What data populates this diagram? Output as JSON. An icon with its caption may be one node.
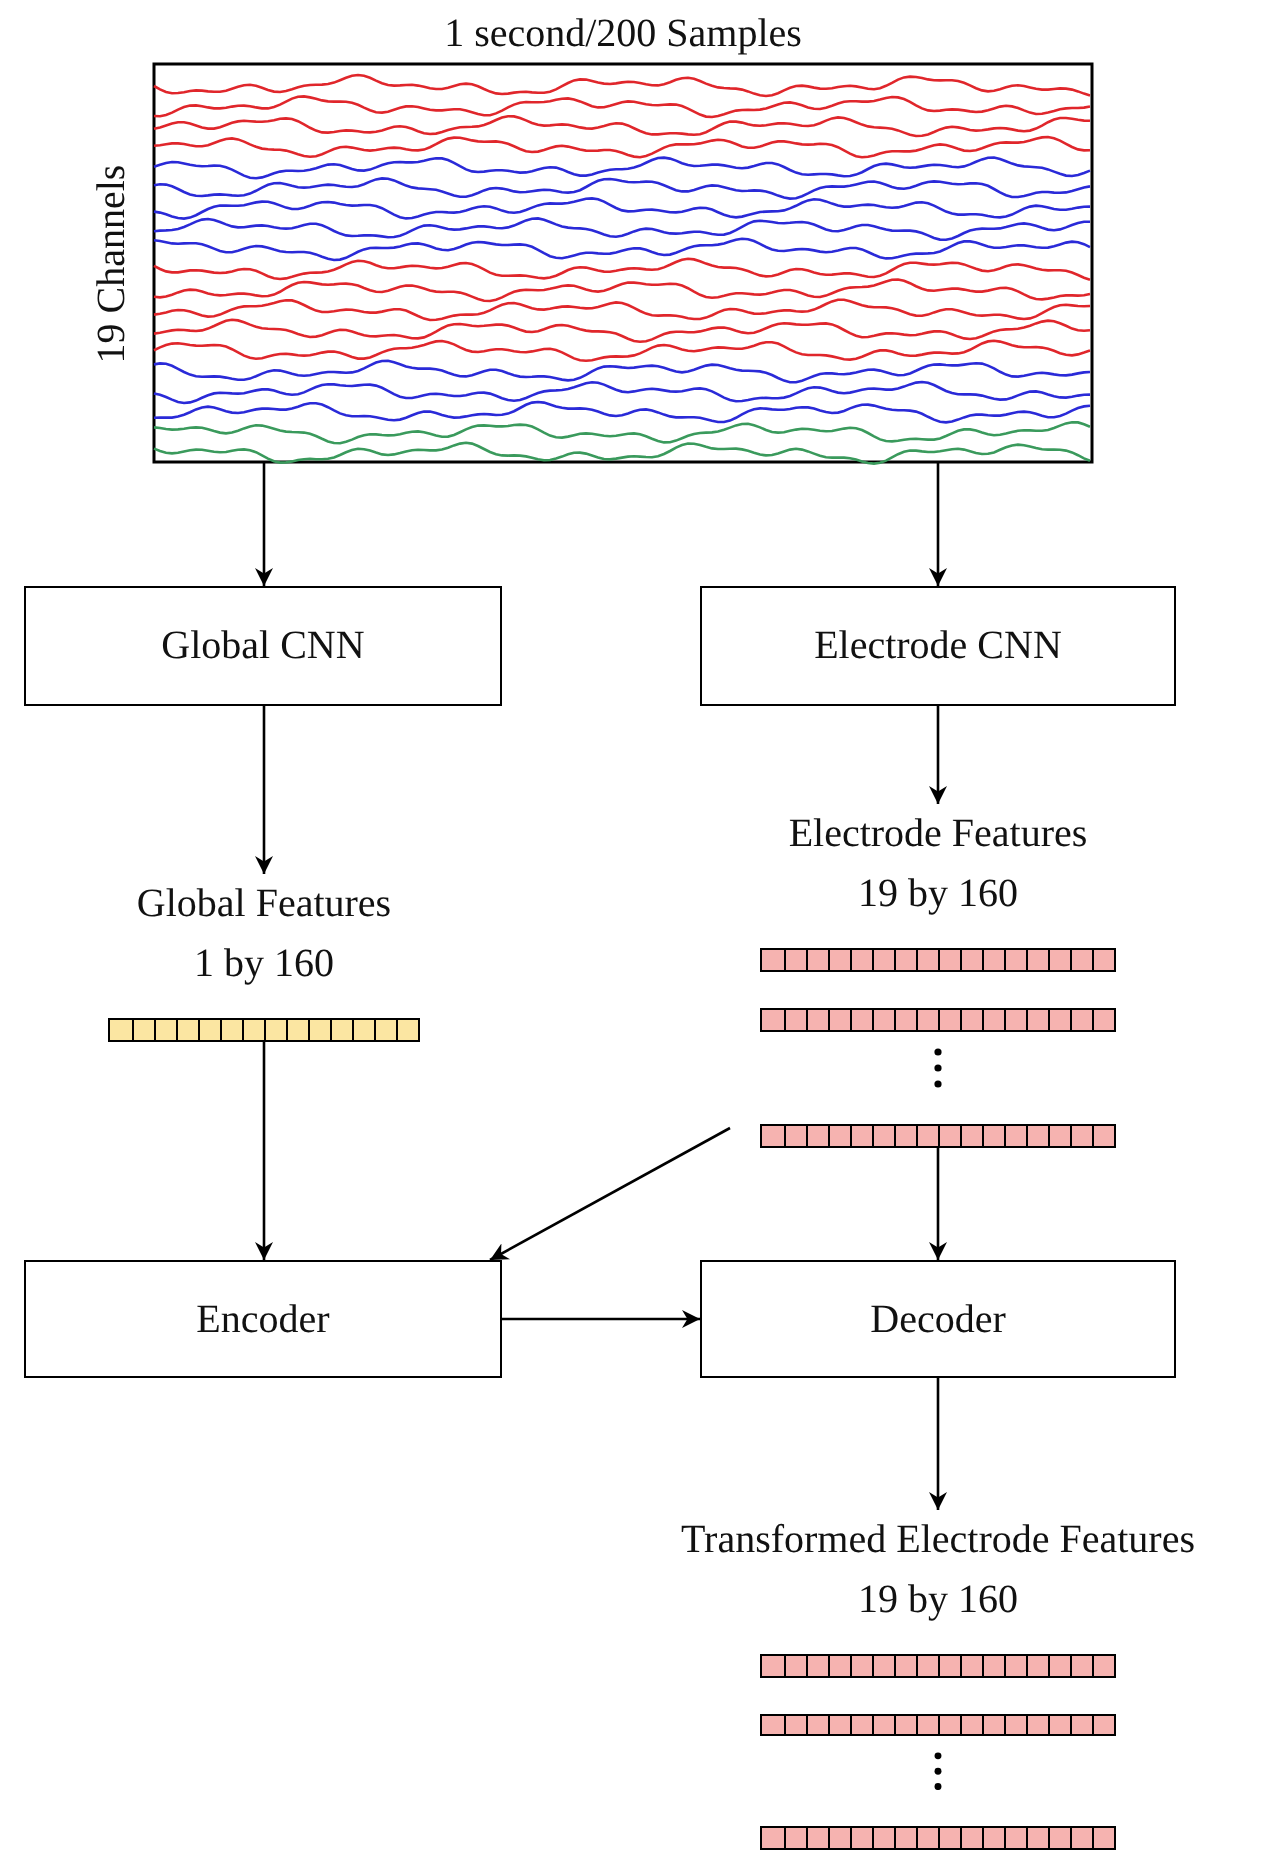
{
  "diagram": {
    "nodes": [
      {
        "text": [
          "1 second/200 Samples",
          "19 Channels"
        ]
      },
      {
        "text": [
          "Global CNN"
        ]
      },
      {
        "text": [
          "Electrode CNN"
        ]
      },
      {
        "text": [
          "Global Features",
          "1 by 160"
        ]
      },
      {
        "text": [
          "Electrode Features",
          "19 by 160"
        ]
      },
      {
        "text": [
          "Encoder"
        ]
      },
      {
        "text": [
          "Decoder"
        ]
      },
      {
        "text": [
          "Transformed Electrode Features",
          "19 by 160"
        ]
      }
    ],
    "edges": [
      {
        "from": 0,
        "to": 1,
        "arrow": "to"
      },
      {
        "from": 0,
        "to": 2,
        "arrow": "to"
      },
      {
        "from": 1,
        "to": 3,
        "arrow": "to"
      },
      {
        "from": 2,
        "to": 4,
        "arrow": "to"
      },
      {
        "from": 3,
        "to": 5,
        "arrow": "to"
      },
      {
        "from": 4,
        "to": 5,
        "arrow": "to"
      },
      {
        "from": 4,
        "to": 6,
        "arrow": "to"
      },
      {
        "from": 5,
        "to": 6,
        "arrow": "to"
      },
      {
        "from": 6,
        "to": 7,
        "arrow": "to"
      }
    ]
  }
}
